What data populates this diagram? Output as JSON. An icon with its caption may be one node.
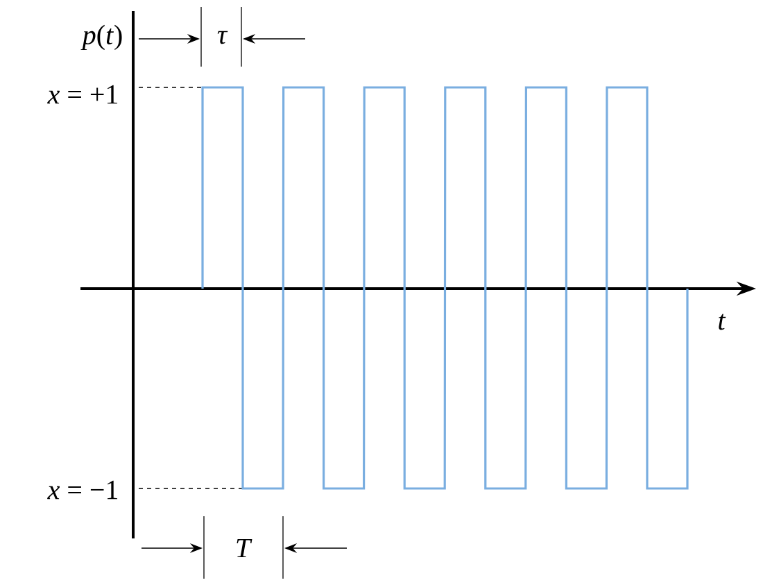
{
  "diagram": {
    "labels": [
      "*p*(*t*)",
      "τ",
      "*x* = +1",
      "t",
      "*x* = −1",
      "T"
    ]
  }
}
